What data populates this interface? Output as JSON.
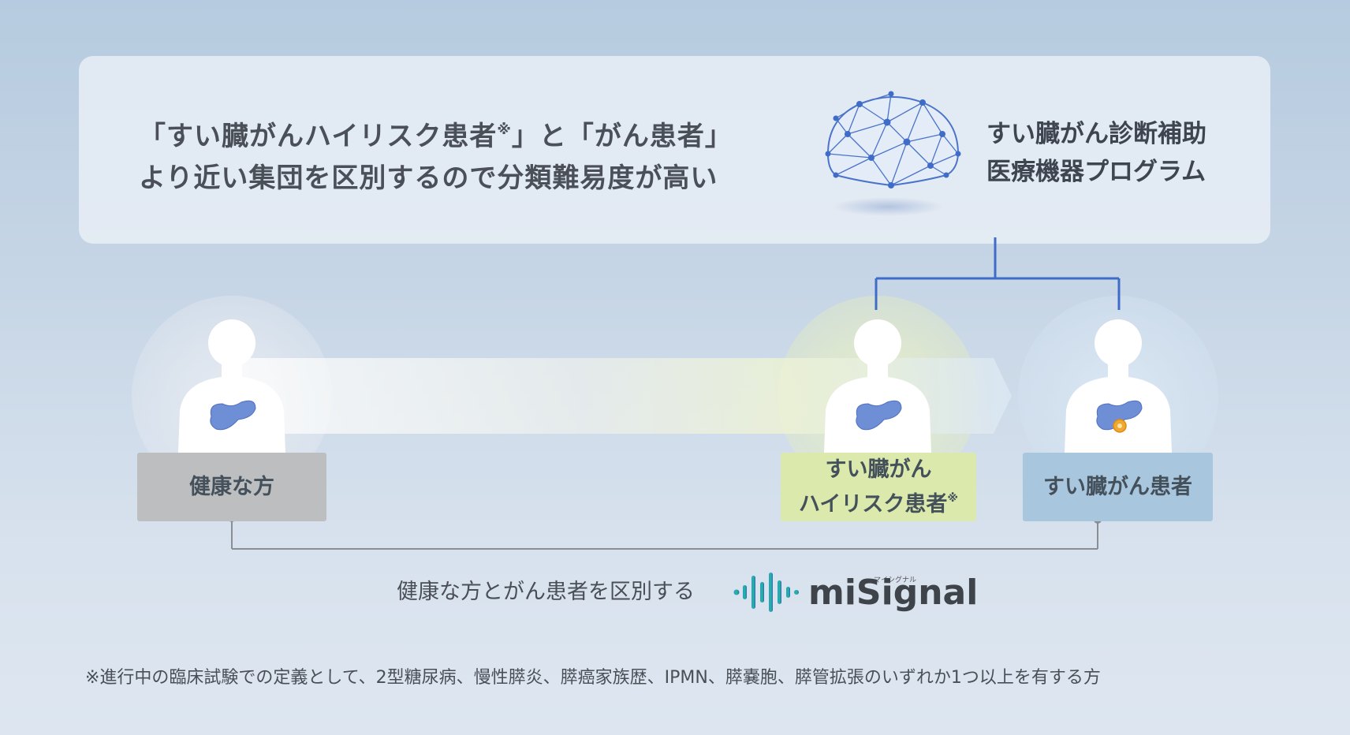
{
  "panel": {
    "headline_line1": "「すい臓がんハイリスク患者",
    "headline_mark": "※",
    "headline_line1_end": "」と「がん患者」",
    "headline_line2": "より近い集団を区別するので分類難易度が高い",
    "program_line1": "すい臓がん診断補助",
    "program_line2": "医療機器プログラム",
    "brain_icon": "neural-network-brain-icon"
  },
  "groups": [
    {
      "line1": "健康な方",
      "color": "#bdbec0"
    },
    {
      "line1": "すい臓がん",
      "line2": "ハイリスク患者",
      "mark": "※",
      "color": "#dbe9ad"
    },
    {
      "line1": "すい臓がん患者",
      "color": "#a9c6df"
    }
  ],
  "bottom": {
    "label": "健康な方とがん患者を区別する",
    "logo_text": "miSignal",
    "logo_ruby": "マイシグナル",
    "logo_icon": "signal-bars-logo-icon"
  },
  "footnote": "※進行中の臨床試験での定義として、2型糖尿病、慢性膵炎、膵癌家族歴、IPMN、膵嚢胞、膵管拡張のいずれか1つ以上を有する方",
  "colors": {
    "connector_blue": "#3f6cc8",
    "connector_gray": "#8a8d92",
    "pancreas": "#6e8fd6",
    "tumor": "#f0a830"
  }
}
